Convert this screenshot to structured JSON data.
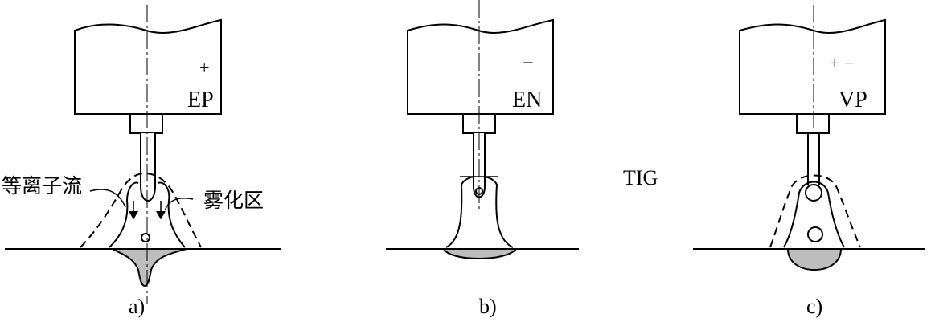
{
  "panels": [
    {
      "id": "a",
      "polarity_sign": "+",
      "mode_label": "EP",
      "caption": "a)",
      "annotations": {
        "plasma_flow": "等离子流",
        "atomization_zone": "雾化区"
      }
    },
    {
      "id": "b",
      "polarity_sign": "−",
      "mode_label": "EN",
      "caption": "b)",
      "side_label": "TIG"
    },
    {
      "id": "c",
      "polarity_sign": "+ −",
      "mode_label": "VP",
      "caption": "c)"
    }
  ],
  "colors": {
    "line": "#000000",
    "weld_pool": "#bdbdbd",
    "background": "#ffffff"
  }
}
